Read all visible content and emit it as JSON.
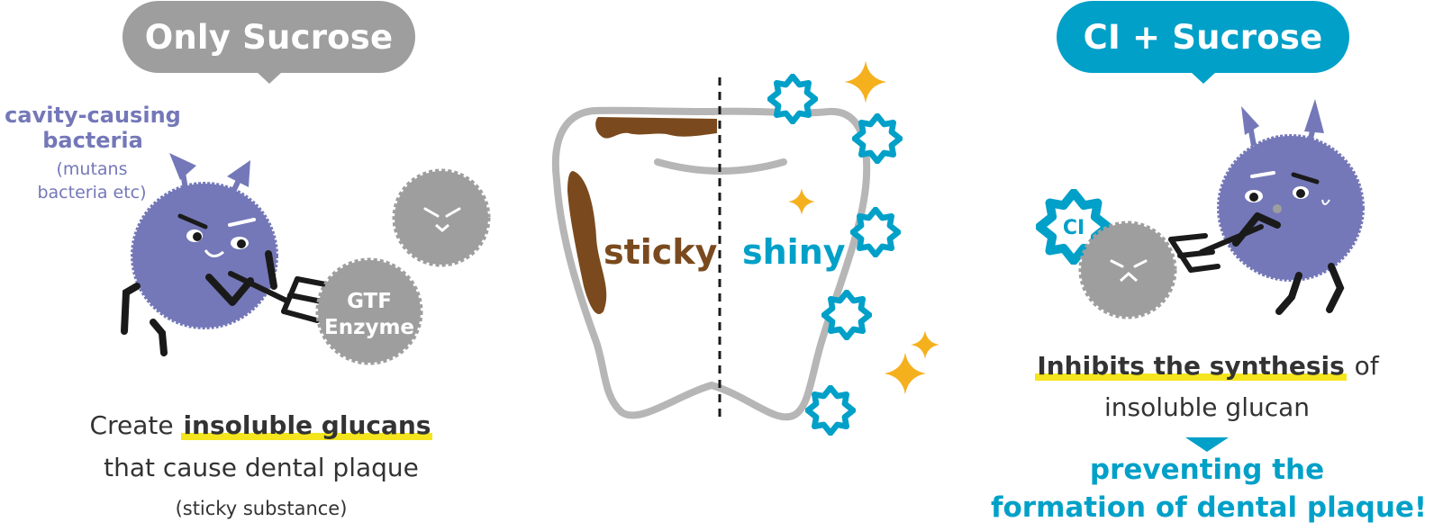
{
  "left_panel": {
    "bubble_label": "Only Sucrose",
    "bacteria_title": "cavity-causing bacteria",
    "bacteria_subtitle": "(mutans bacteria etc)",
    "enzyme_label_line1": "GTF",
    "enzyme_label_line2": "Enzyme",
    "caption_prefix": "Create ",
    "caption_highlight": "insoluble glucans",
    "caption_line2": "that cause dental plaque",
    "caption_line3": "(sticky substance)"
  },
  "center_panel": {
    "left_label": "sticky",
    "right_label": "shiny"
  },
  "right_panel": {
    "bubble_label": "CI + Sucrose",
    "ci_label": "CI",
    "caption_highlight": "Inhibits the synthesis",
    "caption_suffix": " of",
    "caption_line2": "insoluble glucan",
    "result_line1": "preventing the",
    "result_line2": "formation of dental plaque!"
  },
  "colors": {
    "bubble_grey": "#9e9e9e",
    "bubble_blue": "#00a0c8",
    "bacteria_purple": "#7478b8",
    "plaque_brown": "#7a4a1e",
    "highlight_yellow": "#f5e51e",
    "sparkle_orange": "#f5b01e",
    "enzyme_grey": "#9e9e9e"
  }
}
